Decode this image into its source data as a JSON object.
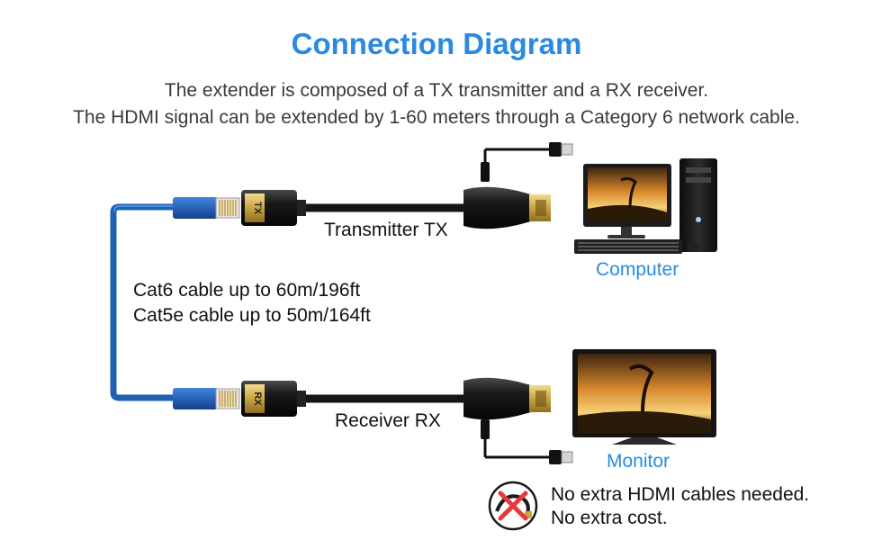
{
  "header": {
    "title": "Connection Diagram",
    "subtitle_line1": "The extender is composed of a TX transmitter and a RX receiver.",
    "subtitle_line2": "The HDMI signal can be extended by 1-60 meters through a  Category 6 network cable."
  },
  "transmitter": {
    "label": "Transmitter TX",
    "badge": "TX"
  },
  "receiver": {
    "label": "Receiver RX",
    "badge": "RX"
  },
  "cable_notes": {
    "line1": "Cat6 cable up to 60m/196ft",
    "line2": "Cat5e cable up to 50m/164ft"
  },
  "devices": {
    "computer": "Computer",
    "monitor": "Monitor"
  },
  "notice": {
    "line1": "No extra HDMI cables needed.",
    "line2": "No extra cost."
  },
  "colors": {
    "title": "#2a8ae0",
    "ethernet_cable": "#1f5fb4",
    "hdmi_cable": "#151515",
    "gold": "#c9a441",
    "no_sign": "#e8393a"
  },
  "icons": {
    "computer": "desktop-computer-icon",
    "monitor": "tv-monitor-icon",
    "notice": "no-hdmi-cable-icon",
    "usb": "usb-plug-icon"
  }
}
